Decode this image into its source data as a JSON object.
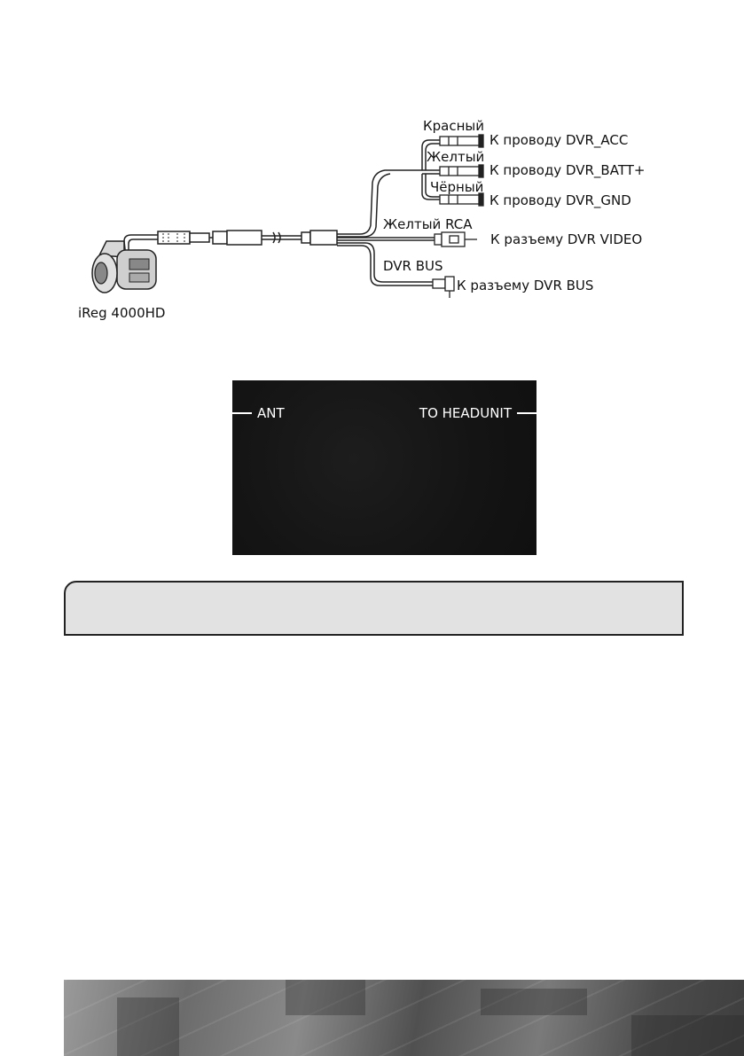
{
  "diagram": {
    "device_label": "iReg 4000HD",
    "wires": [
      {
        "color_label": "Красный",
        "destination": "К проводу DVR_ACC"
      },
      {
        "color_label": "Желтый",
        "destination": "К проводу DVR_BATT+"
      },
      {
        "color_label": "Чёрный",
        "destination": "К проводу DVR_GND"
      },
      {
        "color_label": "Желтый RCA",
        "destination": "К разъему DVR VIDEO"
      },
      {
        "color_label": "DVR BUS",
        "destination": "К разъему DVR BUS"
      }
    ]
  },
  "antenna_panel": {
    "left_label": "ANT",
    "right_label": "TO HEADUNIT"
  },
  "note_box": {
    "text": ""
  }
}
